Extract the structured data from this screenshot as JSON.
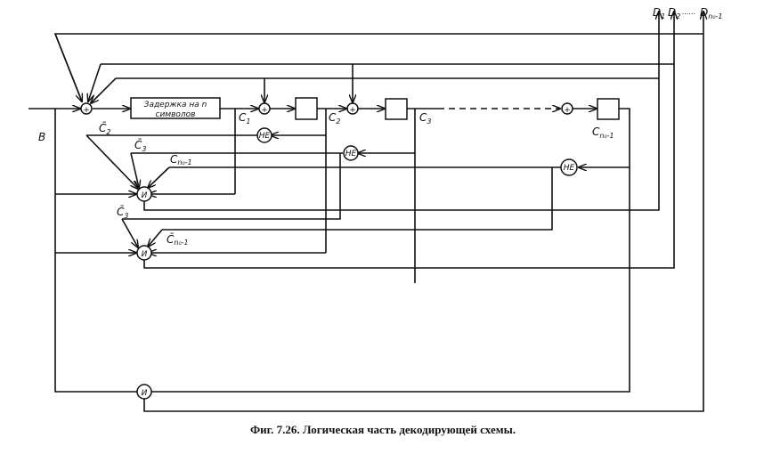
{
  "figure": {
    "caption": "Фиг. 7.26. Логическая часть декодирующей схемы.",
    "input_label": "B",
    "delay_box": {
      "line1": "Задержка на n",
      "line2": "символов"
    },
    "cell_labels": {
      "c1": "C",
      "c1_sub": "1",
      "c2": "C",
      "c2_sub": "2",
      "c3": "C",
      "c3_sub": "3",
      "cn": "C",
      "cn_sub": "n₀-1"
    },
    "inverted_labels": {
      "c2bar": "C̄",
      "c2bar_sub": "2",
      "c3bar_a": "C̄",
      "c3bar_a_sub": "3",
      "cnbar_a": "C̄",
      "cnbar_a_sub": "n₀-1",
      "c3bar_b": "C̄",
      "c3bar_b_sub": "3",
      "cnbar_b": "C̄",
      "cnbar_b_sub": "n₀-1"
    },
    "outputs": {
      "d1": "D",
      "d1_sub": "1",
      "d2": "D",
      "d2_sub": "2",
      "dots": "......",
      "dn": "D",
      "dn_sub": "n₀-1"
    },
    "gates": {
      "xor": "+",
      "not": "НЕ",
      "and": "И"
    }
  }
}
